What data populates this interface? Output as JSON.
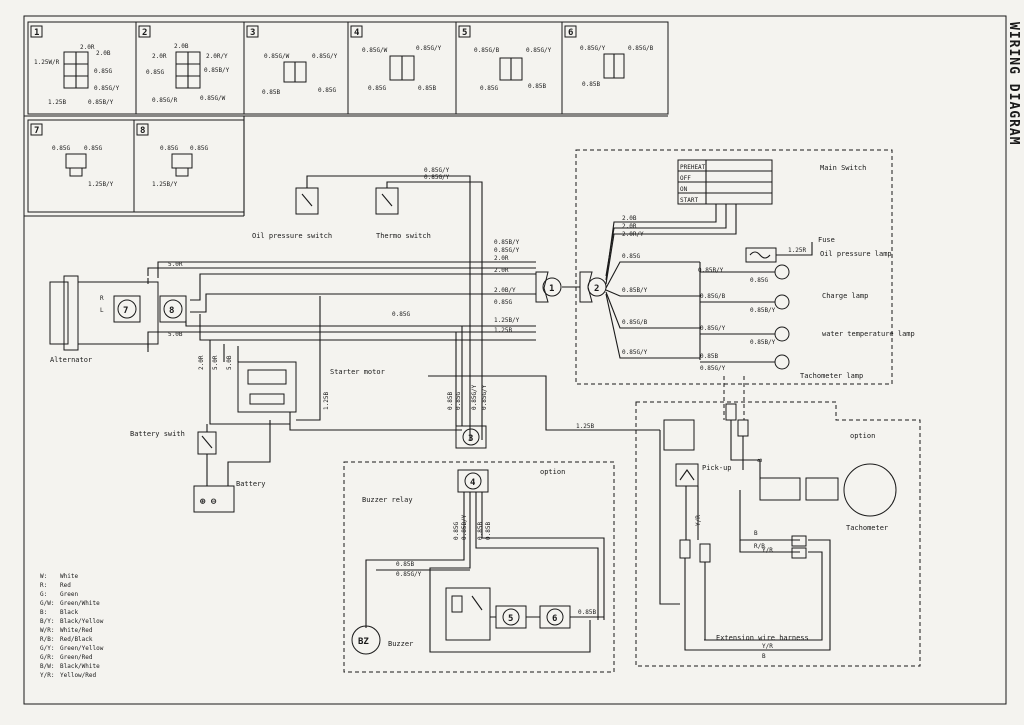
{
  "title": "WIRING DIAGRAM",
  "connector_panels": [
    {
      "num": "1",
      "wires": [
        "2.0R",
        "2.0B",
        "1.25W/R",
        "0.85G",
        "0.85G/Y",
        "1.25B",
        "0.85B/Y"
      ]
    },
    {
      "num": "2",
      "wires": [
        "2.0B",
        "2.0R",
        "2.0R/Y",
        "0.85G",
        "0.85B/Y",
        "0.85G/R",
        "0.85G/W"
      ]
    },
    {
      "num": "3",
      "wires": [
        "0.85G/W",
        "0.85G/Y",
        "0.85B",
        "0.85G"
      ]
    },
    {
      "num": "4",
      "wires": [
        "0.85G/W",
        "0.85G/Y",
        "0.85G",
        "0.85B"
      ]
    },
    {
      "num": "5",
      "wires": [
        "0.85G/B",
        "0.85G/Y",
        "0.85G",
        "0.85B"
      ]
    },
    {
      "num": "6",
      "wires": [
        "0.85G/Y",
        "0.85G/B",
        "0.85B"
      ]
    },
    {
      "num": "7",
      "wires": [
        "0.85G",
        "0.85G",
        "1.25B/Y"
      ]
    },
    {
      "num": "8",
      "wires": [
        "0.85G",
        "0.85G",
        "1.25B/Y"
      ]
    }
  ],
  "components": {
    "alternator": "Alternator",
    "oil_pressure_switch": "Oil pressure switch",
    "thermo_switch": "Thermo switch",
    "starter_motor": "Starter motor",
    "battery_switch": "Battery swith",
    "battery": "Battery",
    "main_switch": "Main Switch",
    "fuse": "Fuse",
    "oil_pressure_lamp": "Oil pressure lamp",
    "charge_lamp": "Charge lamp",
    "water_temperature_lamp": "water temperature lamp",
    "tachometer_lamp": "Tachometer lamp",
    "buzzer_relay": "Buzzer relay",
    "buzzer": "Buzzer",
    "buzzer_symbol": "BZ",
    "pickup": "Pick-up",
    "tachometer": "Tachometer",
    "extension_harness": "Extension wire harness",
    "option_a": "option",
    "option_b": "option"
  },
  "switch_positions": [
    "PREHEAT",
    "OFF",
    "ON",
    "START"
  ],
  "wire_labels": {
    "top_1": "0.85G/Y",
    "top_2": "0.85G/Y",
    "bus_1": "0.85B/Y",
    "bus_2": "0.85G/Y",
    "bus_3": "2.0R",
    "bus_4": "2.0R",
    "bus_5": "2.0B/Y",
    "bus_6": "0.85G",
    "bus_7": "0.85G",
    "bus_8": "1.25B/Y",
    "bus_9": "1.25B",
    "alt_1": "5.0R",
    "alt_2": "5.0B",
    "st_1": "2.0R",
    "st_2": "5.0R",
    "st_3": "5.0B",
    "st_4": "1.25B",
    "v_1": "0.85B",
    "v_2": "0.85G",
    "v_3": "0.85G/Y",
    "v_4": "0.85G/Y",
    "ms_1": "2.0B",
    "ms_2": "2.0R",
    "ms_3": "2.0R/Y",
    "lamp_1": "0.85G",
    "lamp_2": "0.85B/Y",
    "lamp_3": "0.85G/B",
    "lamp_4": "0.85G/Y",
    "fuse_w": "1.25R",
    "tach_w": "1.25B",
    "lp_1": "0.85B/Y",
    "lp_2": "0.85G",
    "lp_3": "0.85G/B",
    "lp_4": "0.85B/Y",
    "lp_5": "0.85G/Y",
    "lp_6": "0.85B/Y",
    "lp_7": "0.85B",
    "lp_8": "0.85G/Y",
    "bz_1": "0.85B",
    "bz_2": "0.85G/Y",
    "r_1": "0.85G",
    "r_2": "0.85B/Y",
    "r_3": "0.85B",
    "r_4": "0.85B",
    "ext_1": "Y/R",
    "ext_2": "B",
    "ext_3": "R/B",
    "ext_4": "B",
    "ext_5": "Y/R",
    "ext_6": "Y/R",
    "ext_7": "B"
  },
  "legend": [
    [
      "W:",
      "White"
    ],
    [
      "R:",
      "Red"
    ],
    [
      "G:",
      "Green"
    ],
    [
      "G/W:",
      "Green/White"
    ],
    [
      "B:",
      "Black"
    ],
    [
      "B/Y:",
      "Black/Yellow"
    ],
    [
      "W/R:",
      "White/Red"
    ],
    [
      "R/B:",
      "Red/Black"
    ],
    [
      "G/Y:",
      "Green/Yellow"
    ],
    [
      "G/R:",
      "Green/Red"
    ],
    [
      "B/W:",
      "Black/White"
    ],
    [
      "Y/R:",
      "Yellow/Red"
    ]
  ]
}
